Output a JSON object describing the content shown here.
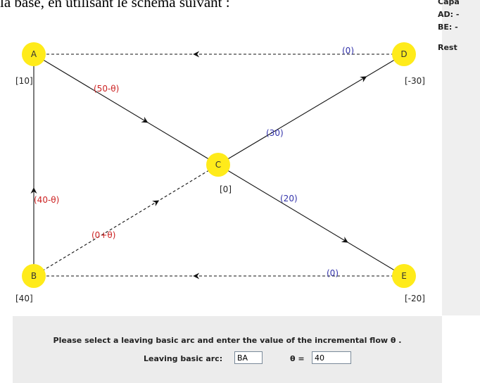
{
  "document": {
    "top_text": "la base, en utilisant le schéma suivant :"
  },
  "side_panel": {
    "lines": [
      "Capa",
      "AD: -",
      "BE: -",
      "Rest"
    ]
  },
  "graph": {
    "node_color": "#ffeb1a",
    "nodes": [
      {
        "id": "A",
        "label": "A",
        "supply": "[10]"
      },
      {
        "id": "B",
        "label": "B",
        "supply": "[40]"
      },
      {
        "id": "C",
        "label": "C",
        "supply": "[0]"
      },
      {
        "id": "D",
        "label": "D",
        "supply": "[-30]"
      },
      {
        "id": "E",
        "label": "E",
        "supply": "[-20]"
      }
    ],
    "arcs": [
      {
        "from": "A",
        "to": "C",
        "style": "solid",
        "flow": "(50-θ)",
        "flow_color": "#cc2222"
      },
      {
        "from": "C",
        "to": "D",
        "style": "solid",
        "flow": "(30)",
        "flow_color": "#3333aa"
      },
      {
        "from": "C",
        "to": "E",
        "style": "solid",
        "flow": "(20)",
        "flow_color": "#3333aa"
      },
      {
        "from": "B",
        "to": "A",
        "style": "solid",
        "flow": "(40-θ)",
        "flow_color": "#cc2222"
      },
      {
        "from": "B",
        "to": "C",
        "style": "dashed",
        "flow": "(0+θ)",
        "flow_color": "#cc2222"
      },
      {
        "from": "D",
        "to": "A",
        "style": "dashed",
        "flow": "(0)",
        "flow_color": "#3333aa"
      },
      {
        "from": "E",
        "to": "B",
        "style": "dashed",
        "flow": "(0)",
        "flow_color": "#3333aa"
      }
    ]
  },
  "controls": {
    "prompt": "Please select a leaving basic arc and enter the value of the incremental flow θ .",
    "leaving_arc_label": "Leaving basic arc:",
    "leaving_arc_value": "BA",
    "theta_label": "θ =",
    "theta_value": "40"
  }
}
